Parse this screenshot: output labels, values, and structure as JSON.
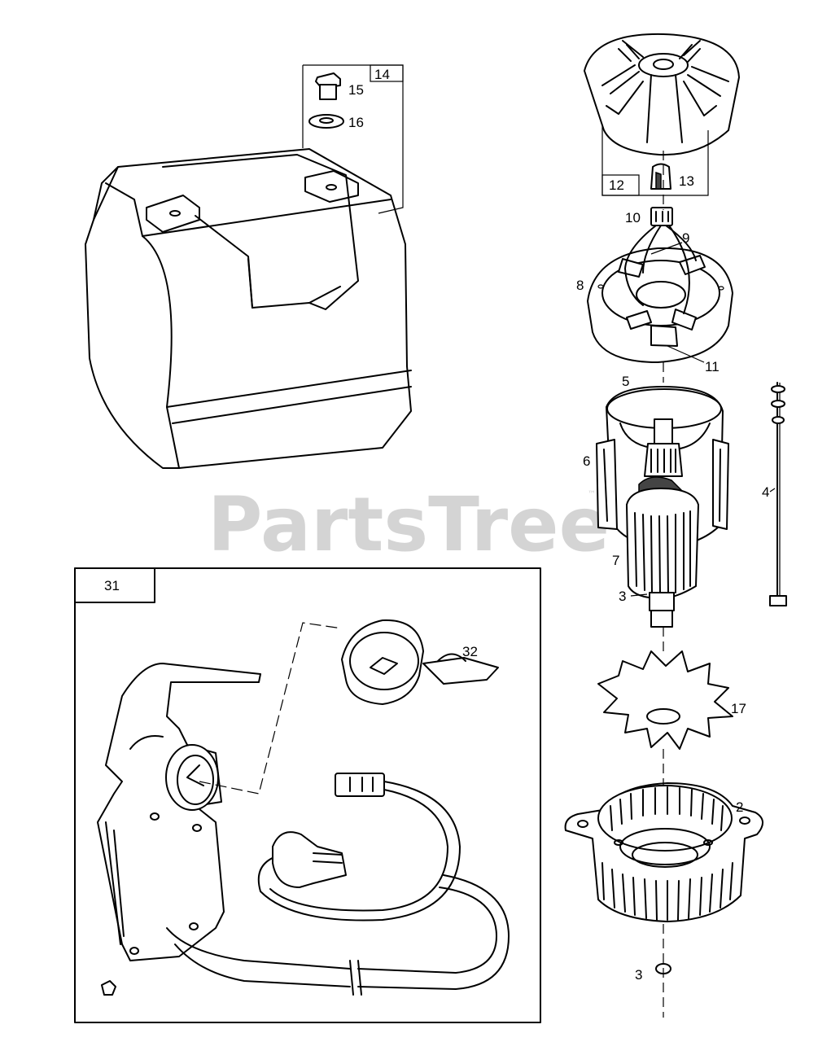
{
  "watermark": {
    "text": "PartsTree",
    "trademark": "™"
  },
  "callouts": {
    "c14": "14",
    "c15": "15",
    "c16": "16",
    "c12": "12",
    "c13": "13",
    "c10": "10",
    "c9": "9",
    "c8": "8",
    "c11": "11",
    "c5": "5",
    "c6": "6",
    "c4": "4",
    "c7": "7",
    "c3a": "3",
    "c31": "31",
    "c32": "32",
    "c17": "17",
    "c2": "2",
    "c3b": "3"
  }
}
